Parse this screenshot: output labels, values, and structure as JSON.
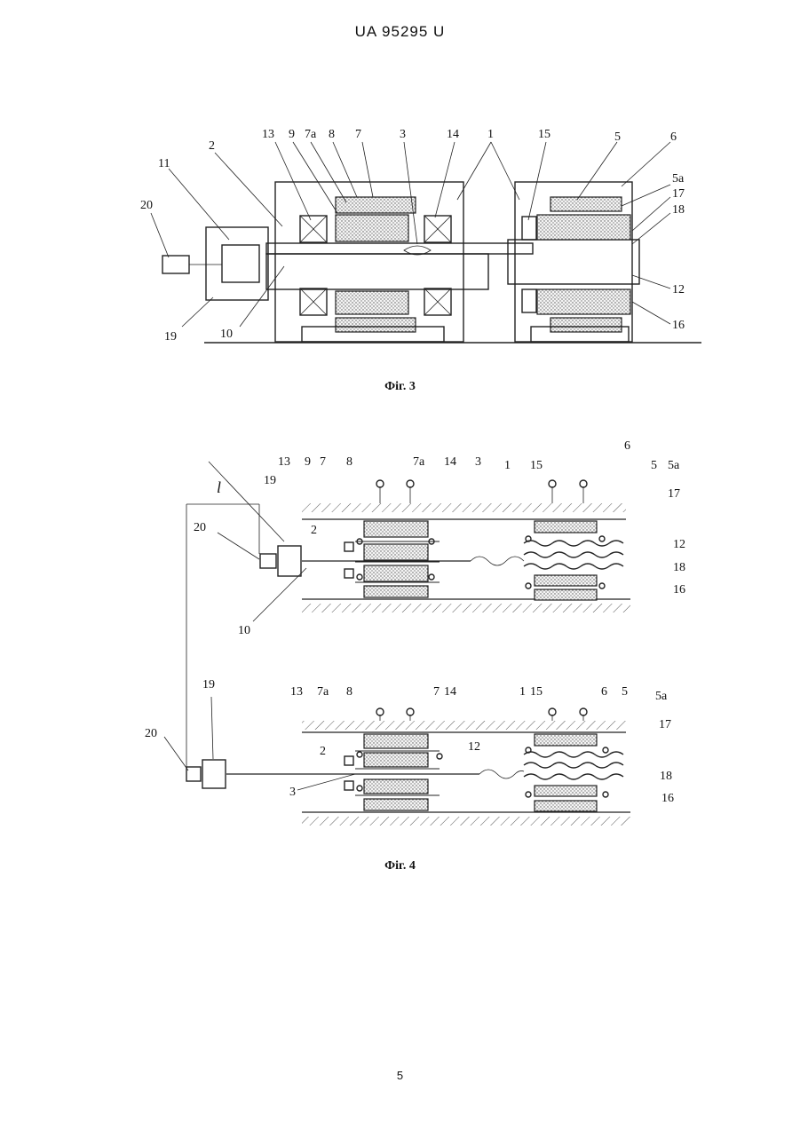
{
  "document": {
    "header": "UA   95295   U",
    "page_number": "5"
  },
  "figure3": {
    "caption": "Фіг. 3",
    "labels": {
      "l13": "13",
      "l9": "9",
      "l7a": "7a",
      "l8": "8",
      "l7": "7",
      "l3": "3",
      "l14": "14",
      "l1": "1",
      "l15": "15",
      "l5": "5",
      "l6": "6",
      "l2": "2",
      "l11": "11",
      "l20": "20",
      "l5a": "5a",
      "l17": "17",
      "l18": "18",
      "l12": "12",
      "l16": "16",
      "l19": "19",
      "l10": "10"
    }
  },
  "figure4": {
    "caption": "Фіг. 4",
    "top": {
      "labels": {
        "l13": "13",
        "l9": "9",
        "l7": "7",
        "l8": "8",
        "l7a": "7a",
        "l14": "14",
        "l3": "3",
        "l1": "1",
        "l15": "15",
        "l6": "6",
        "l5": "5",
        "l5a": "5a",
        "l17": "17",
        "l19": "19",
        "l20": "20",
        "l2": "2",
        "l12": "12",
        "l18": "18",
        "l16": "16",
        "l10": "10",
        "lL": "l"
      }
    },
    "bottom": {
      "labels": {
        "l19": "19",
        "l13": "13",
        "l7a": "7a",
        "l8": "8",
        "l7": "7",
        "l14": "14",
        "l1": "1",
        "l15": "15",
        "l6": "6",
        "l5": "5",
        "l5a": "5a",
        "l20": "20",
        "l2": "2",
        "l12": "12",
        "l17": "17",
        "l3": "3",
        "l18": "18",
        "l16": "16"
      }
    }
  }
}
